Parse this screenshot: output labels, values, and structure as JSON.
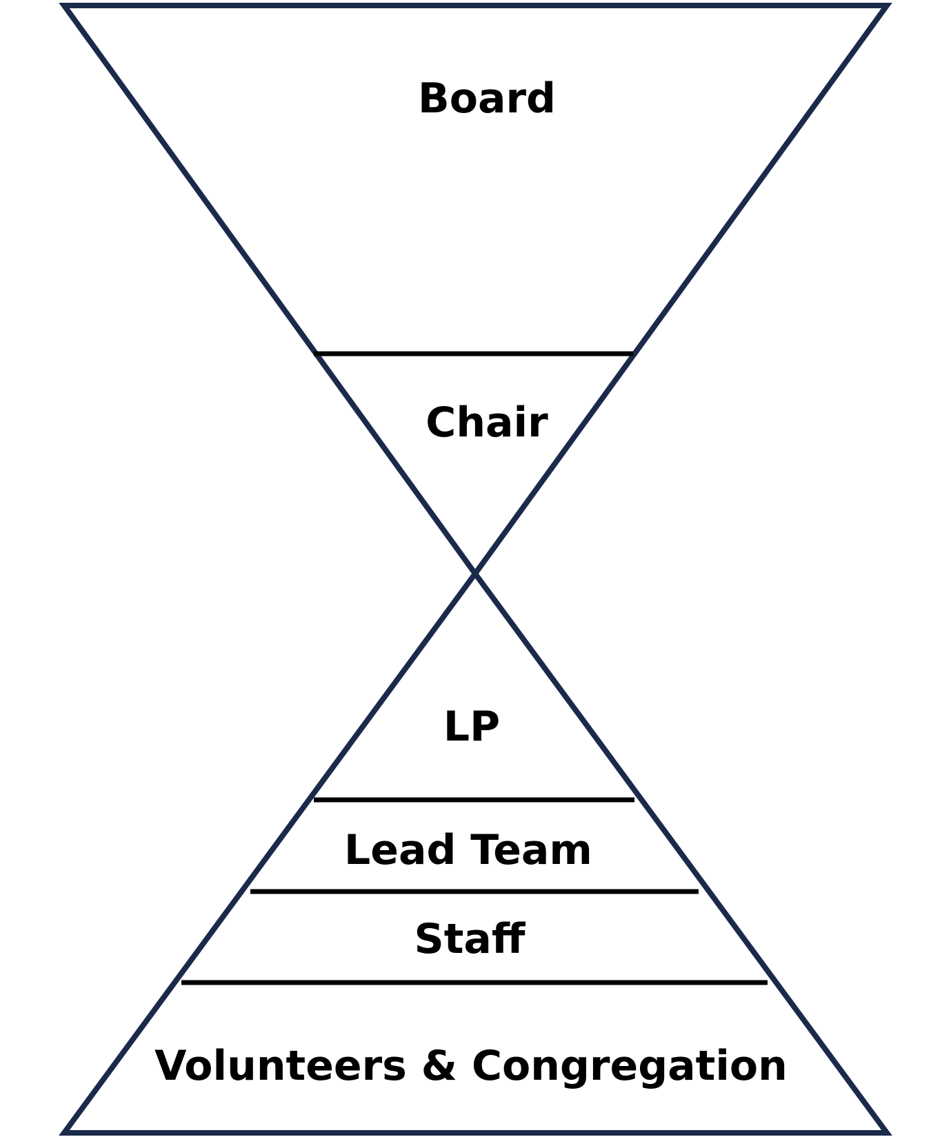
{
  "diagram": {
    "top_section": {
      "label": "Board"
    },
    "top_apex_section": {
      "label": "Chair"
    },
    "bottom_apex_section": {
      "label": "LP"
    },
    "bottom_sections": [
      {
        "label": "Lead Team"
      },
      {
        "label": "Staff"
      },
      {
        "label": "Volunteers & Congregation"
      }
    ]
  },
  "colors": {
    "outline": "#1b2a4a",
    "divider": "#000000",
    "text": "#000000",
    "background": "#ffffff"
  }
}
